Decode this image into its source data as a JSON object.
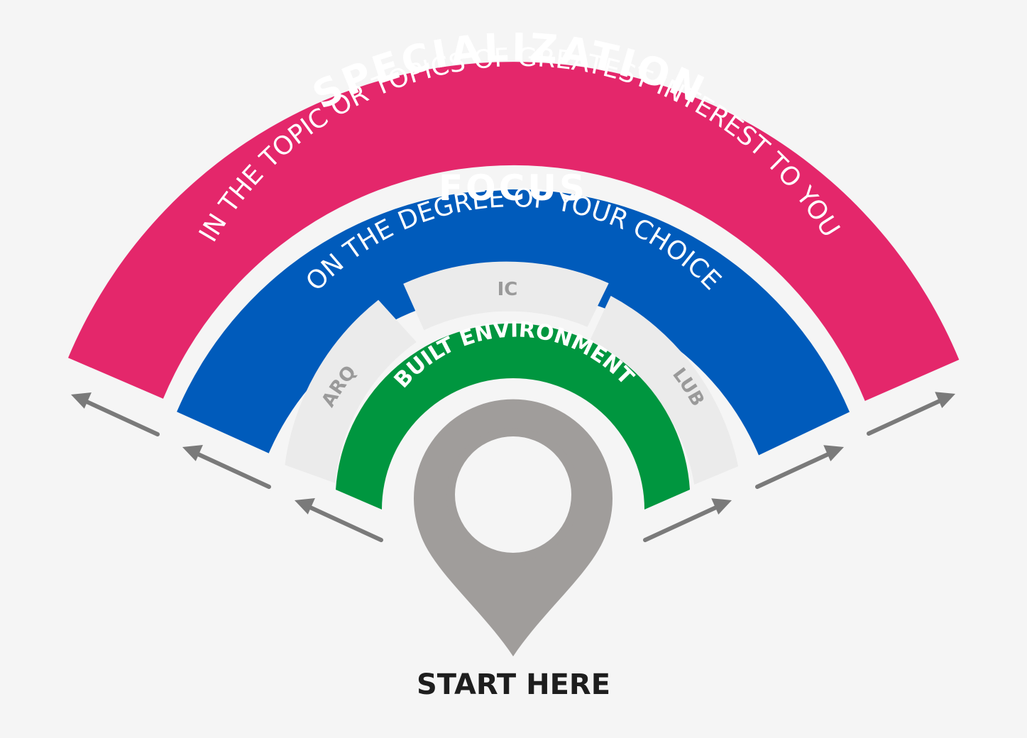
{
  "colors": {
    "background": "#f5f5f5",
    "specialization": "#e4276b",
    "focus": "#005bbb",
    "built_environment": "#00963f",
    "degree_segment": "#ebebeb",
    "degree_text": "#9a9a9a",
    "pin": "#a09d9b",
    "arrow": "#7a7a7a",
    "text_dark": "#1e1e1e",
    "text_light": "#ffffff"
  },
  "specialization": {
    "title": "SPECIALIZATION",
    "subtitle": "IN THE TOPIC OR TOPICS OF GREATEST INTEREST TO YOU"
  },
  "focus": {
    "title": "FOCUS",
    "subtitle": "ON THE DEGREE OF YOUR CHOICE"
  },
  "degrees": [
    "ARQ",
    "IC",
    "LUB"
  ],
  "core": {
    "label": "BUILT ENVIRONMENT"
  },
  "start": {
    "label": "START HERE",
    "icon": "map-pin-icon"
  }
}
